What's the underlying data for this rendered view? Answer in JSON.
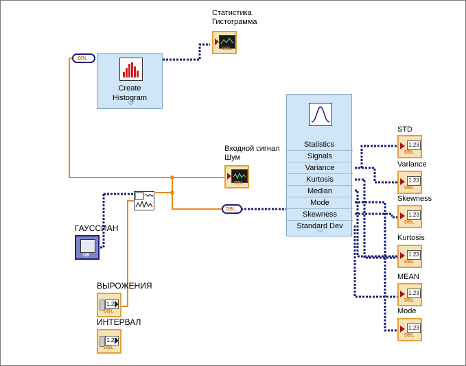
{
  "diagram": {
    "histogram_indicator_label": "Статистика\nГистограмма",
    "create_histogram": {
      "title": "Create Histogram"
    },
    "input_signal_label": "Входной сигнал\nШум",
    "gaussian_label": "ГАУССИАН",
    "gaussian_terminal_type": "U8",
    "expression_label": "ВЫРОЖЕНИЯ",
    "interval_label": "ИНТЕРВАЛ",
    "numeric_glyph": "1.23",
    "numeric_type": "DBL",
    "graph_type": "DBL",
    "conversion_tag": "DBL",
    "statistics": {
      "title": "Statistics",
      "rows": [
        "Signals",
        "Variance",
        "Kurtosis",
        "Median",
        "Mode",
        "Skewness",
        "Standard Dev"
      ]
    },
    "outputs": {
      "std": "STD",
      "variance": "Variance",
      "skewness": "Skewness",
      "kurtosis": "Kurtosis",
      "mean": "MEAN",
      "mode": "Mode"
    }
  },
  "colors": {
    "dynamic_wire": "#1f1f7a",
    "double_wire": "#e88a1a",
    "express_vi_fill": "#cfe6f8",
    "terminal_border": "#e3a03a"
  }
}
